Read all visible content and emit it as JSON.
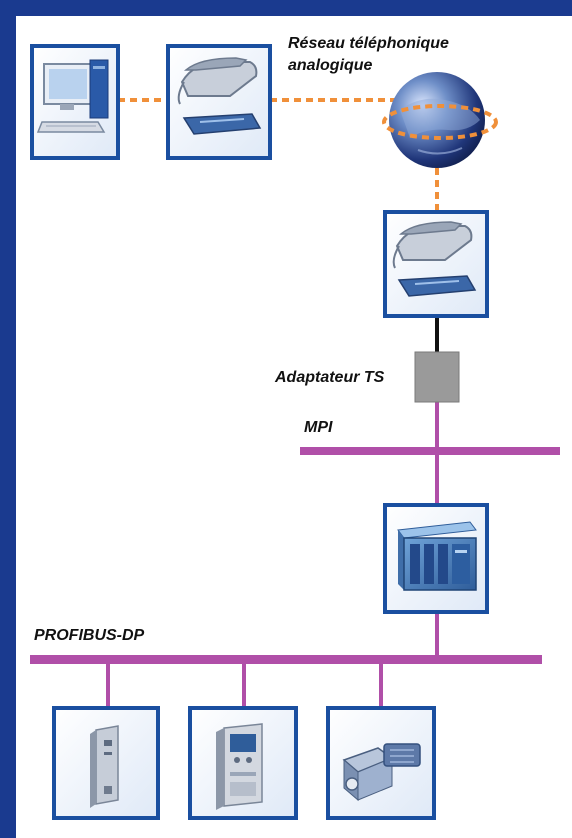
{
  "labels": {
    "telephone_network_line1": "Réseau téléphonique",
    "telephone_network_line2": "analogique",
    "ts_adapter": "Adaptateur TS",
    "mpi": "MPI",
    "profibus": "PROFIBUS-DP"
  },
  "colors": {
    "background_frame": "#1a3a8f",
    "canvas": "#ffffff",
    "device_border": "#1a4fa0",
    "phone_link": "#f0903a",
    "bus_line": "#b04fa8",
    "adapter_box": "#9a9a9a",
    "adapter_link": "#111111"
  },
  "icons": {
    "pc": "computer-icon",
    "modem_left": "phone-modem-icon",
    "network": "globe-icon",
    "modem_right": "phone-modem-icon",
    "adapter": "adapter-box-icon",
    "plc": "plc-rack-icon",
    "drive1": "servo-drive-icon",
    "drive2": "frequency-inverter-icon",
    "drive3": "geared-motor-icon"
  }
}
